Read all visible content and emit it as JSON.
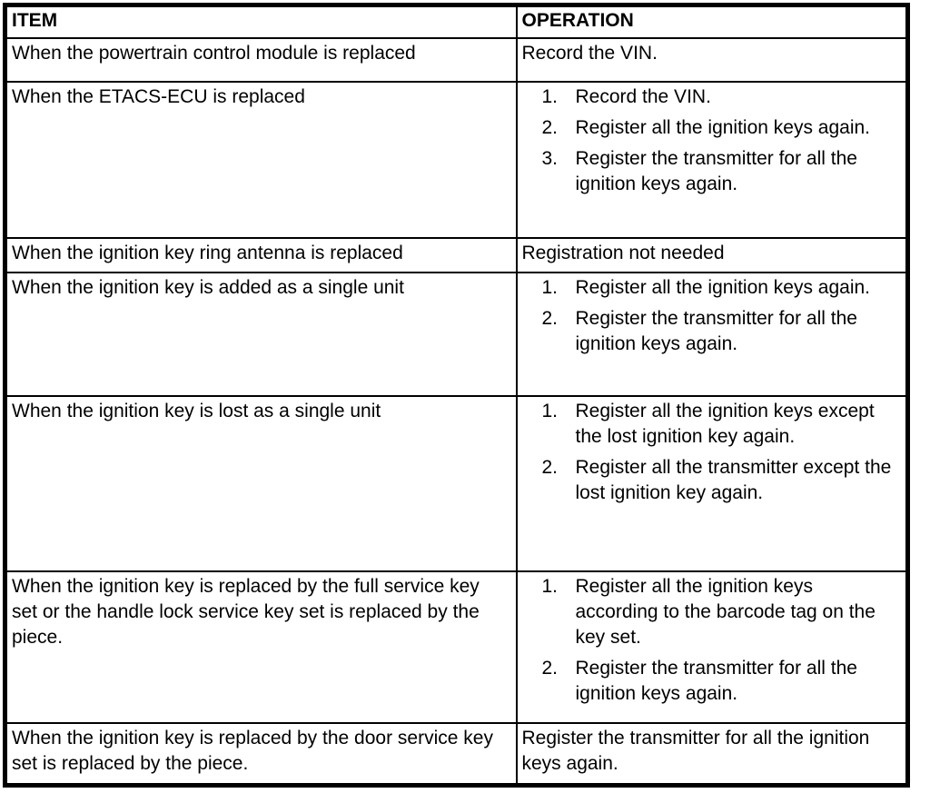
{
  "table": {
    "headers": [
      "ITEM",
      "OPERATION"
    ],
    "rows": [
      {
        "item": "When the powertrain control module is replaced",
        "operation": "Record the VIN."
      },
      {
        "item": "When the ETACS-ECU is replaced",
        "operation": [
          "Record the VIN.",
          "Register all the ignition keys again.",
          "Register the transmitter for all the ignition keys again."
        ]
      },
      {
        "item": "When the ignition key ring antenna is replaced",
        "operation": "Registration not needed"
      },
      {
        "item": "When the ignition key is added as a single unit",
        "operation": [
          "Register all the ignition keys again.",
          "Register the transmitter for all the ignition keys again."
        ]
      },
      {
        "item": "When the ignition key is lost as a single unit",
        "operation": [
          "Register all the ignition keys except the lost ignition key again.",
          "Register all the transmitter except the lost ignition key again."
        ]
      },
      {
        "item": "When the ignition key is replaced by the full service key set or the handle lock service key set is replaced by the piece.",
        "operation": [
          "Register all the ignition keys according to the barcode tag on the key set.",
          "Register the transmitter for all the ignition keys again."
        ]
      },
      {
        "item": "When the ignition key is replaced by the door service key set is replaced by the piece.",
        "operation": "Register the transmitter for all the ignition keys again."
      }
    ]
  }
}
